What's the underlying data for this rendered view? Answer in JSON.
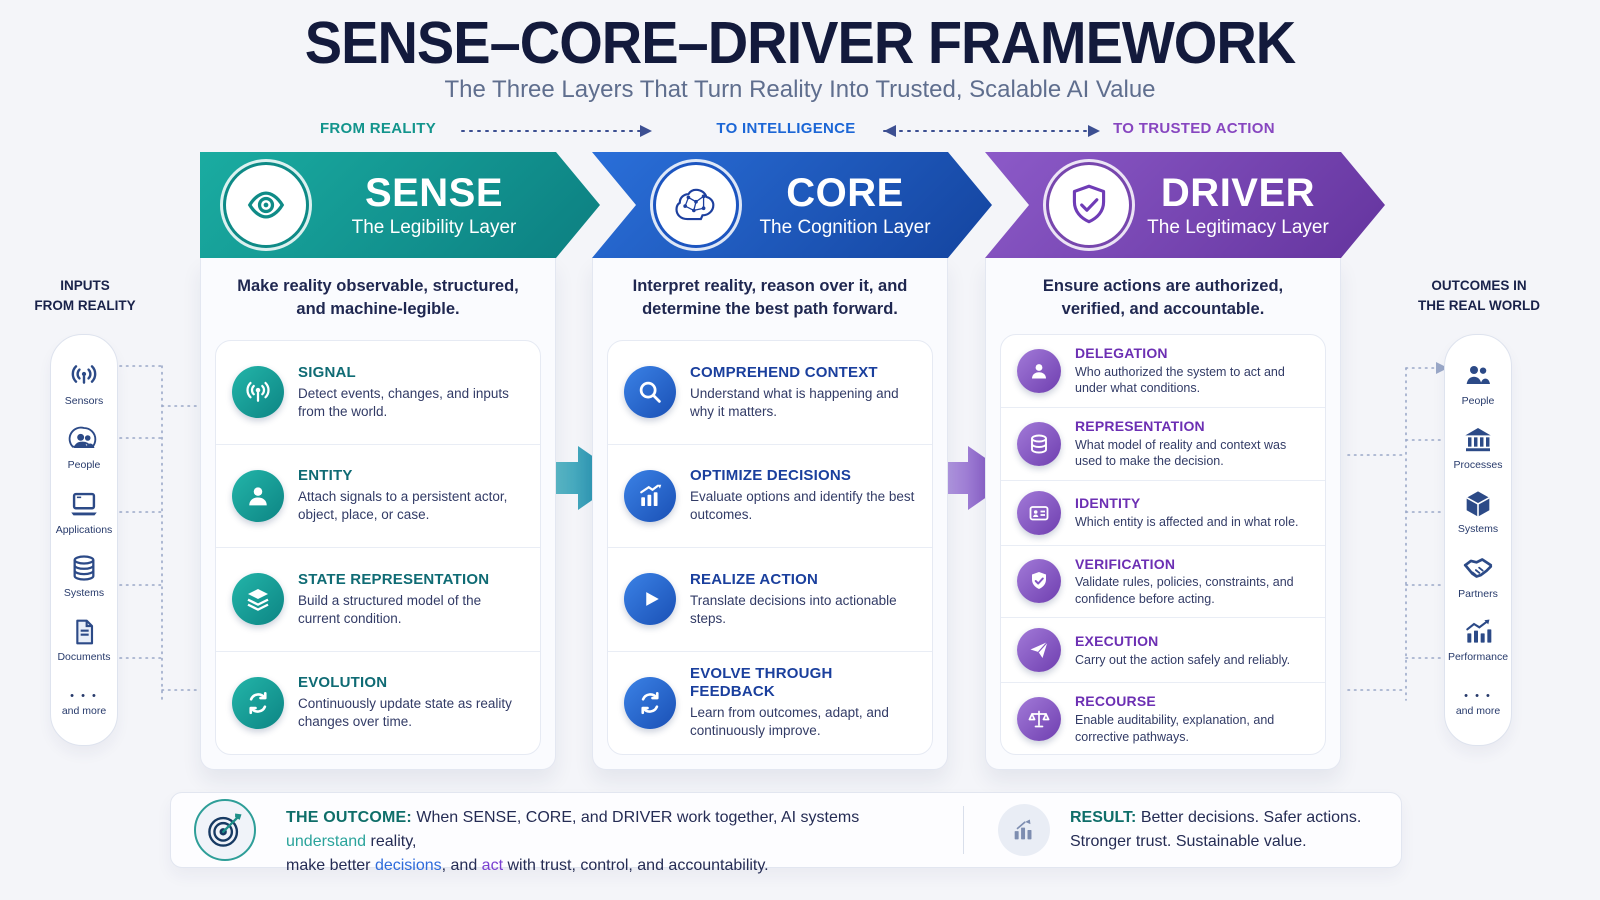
{
  "title": "SENSE–CORE–DRIVER FRAMEWORK",
  "subtitle": "The Three Layers That Turn Reality Into Trusted, Scalable AI Value",
  "flow": {
    "from_reality": "FROM REALITY",
    "to_intelligence": "TO INTELLIGENCE",
    "to_trusted_action": "TO TRUSTED ACTION"
  },
  "inputs_panel": {
    "title_line1": "INPUTS",
    "title_line2": "FROM REALITY",
    "items": [
      {
        "label": "Sensors",
        "icon": "broadcast-icon"
      },
      {
        "label": "People",
        "icon": "people-icon"
      },
      {
        "label": "Applications",
        "icon": "laptop-icon"
      },
      {
        "label": "Systems",
        "icon": "database-icon"
      },
      {
        "label": "Documents",
        "icon": "document-icon"
      }
    ],
    "more_dots": "• • •",
    "more_label": "and more"
  },
  "outputs_panel": {
    "title_line1": "OUTCOMES IN",
    "title_line2": "THE REAL WORLD",
    "items": [
      {
        "label": "People",
        "icon": "people-icon"
      },
      {
        "label": "Processes",
        "icon": "bank-icon"
      },
      {
        "label": "Systems",
        "icon": "cube-icon"
      },
      {
        "label": "Partners",
        "icon": "handshake-icon"
      },
      {
        "label": "Performance",
        "icon": "performance-icon"
      }
    ],
    "more_dots": "• • •",
    "more_label": "and more"
  },
  "columns": [
    {
      "name": "SENSE",
      "tagline": "The Legibility Layer",
      "description": "Make reality observable, structured, and machine-legible.",
      "accent": "#12958f",
      "icon": "eye-icon",
      "items": [
        {
          "title": "SIGNAL",
          "description": "Detect events, changes, and inputs from the world.",
          "icon": "broadcast-icon"
        },
        {
          "title": "ENTITY",
          "description": "Attach signals to a persistent actor, object, place, or case.",
          "icon": "person-icon"
        },
        {
          "title": "STATE REPRESENTATION",
          "description": "Build a structured model of the current condition.",
          "icon": "layers-icon"
        },
        {
          "title": "EVOLUTION",
          "description": "Continuously update state as reality changes over time.",
          "icon": "refresh-icon"
        }
      ]
    },
    {
      "name": "CORE",
      "tagline": "The Cognition Layer",
      "description": "Interpret reality, reason over it, and determine the best path forward.",
      "accent": "#1d5ecd",
      "icon": "brain-icon",
      "items": [
        {
          "title": "COMPREHEND CONTEXT",
          "description": "Understand what is happening and why it matters.",
          "icon": "search-icon"
        },
        {
          "title": "OPTIMIZE DECISIONS",
          "description": "Evaluate options and identify the best outcomes.",
          "icon": "chart-up-icon"
        },
        {
          "title": "REALIZE ACTION",
          "description": "Translate decisions into actionable steps.",
          "icon": "play-icon"
        },
        {
          "title": "EVOLVE THROUGH FEEDBACK",
          "description": "Learn from outcomes, adapt, and continuously improve.",
          "icon": "loop-icon"
        }
      ]
    },
    {
      "name": "DRIVER",
      "tagline": "The Legitimacy Layer",
      "description": "Ensure actions are authorized, verified, and accountable.",
      "accent": "#7c49c1",
      "icon": "shield-check-icon",
      "items": [
        {
          "title": "DELEGATION",
          "description": "Who authorized the system to act and under what conditions.",
          "icon": "person-icon"
        },
        {
          "title": "REPRESENTATION",
          "description": "What model of reality and context was used to make the decision.",
          "icon": "database-icon"
        },
        {
          "title": "IDENTITY",
          "description": "Which entity is affected and in what role.",
          "icon": "id-card-icon"
        },
        {
          "title": "VERIFICATION",
          "description": "Validate rules, policies, constraints, and confidence before acting.",
          "icon": "shield-check-icon"
        },
        {
          "title": "EXECUTION",
          "description": "Carry out the action safely and reliably.",
          "icon": "paper-plane-icon"
        },
        {
          "title": "RECOURSE",
          "description": "Enable auditability, explanation, and corrective pathways.",
          "icon": "scales-icon"
        }
      ]
    }
  ],
  "footer": {
    "outcome": {
      "icon": "target-icon",
      "label": "THE OUTCOME:",
      "p1": " When SENSE, CORE, and DRIVER work together, AI systems ",
      "p2": "understand",
      "p3": " reality,",
      "p4": "make better ",
      "p5": "decisions",
      "p6": ", and ",
      "p7": "act",
      "p8": " with trust, control, and accountability."
    },
    "result": {
      "icon": "bar-chart-icon",
      "label": "RESULT:",
      "text": " Better decisions. Safer actions. Stronger trust. Sustainable value."
    }
  },
  "colors": {
    "teal": "#12958f",
    "blue": "#1d5ecd",
    "purple": "#7c49c1",
    "navy": "#1d2445"
  }
}
